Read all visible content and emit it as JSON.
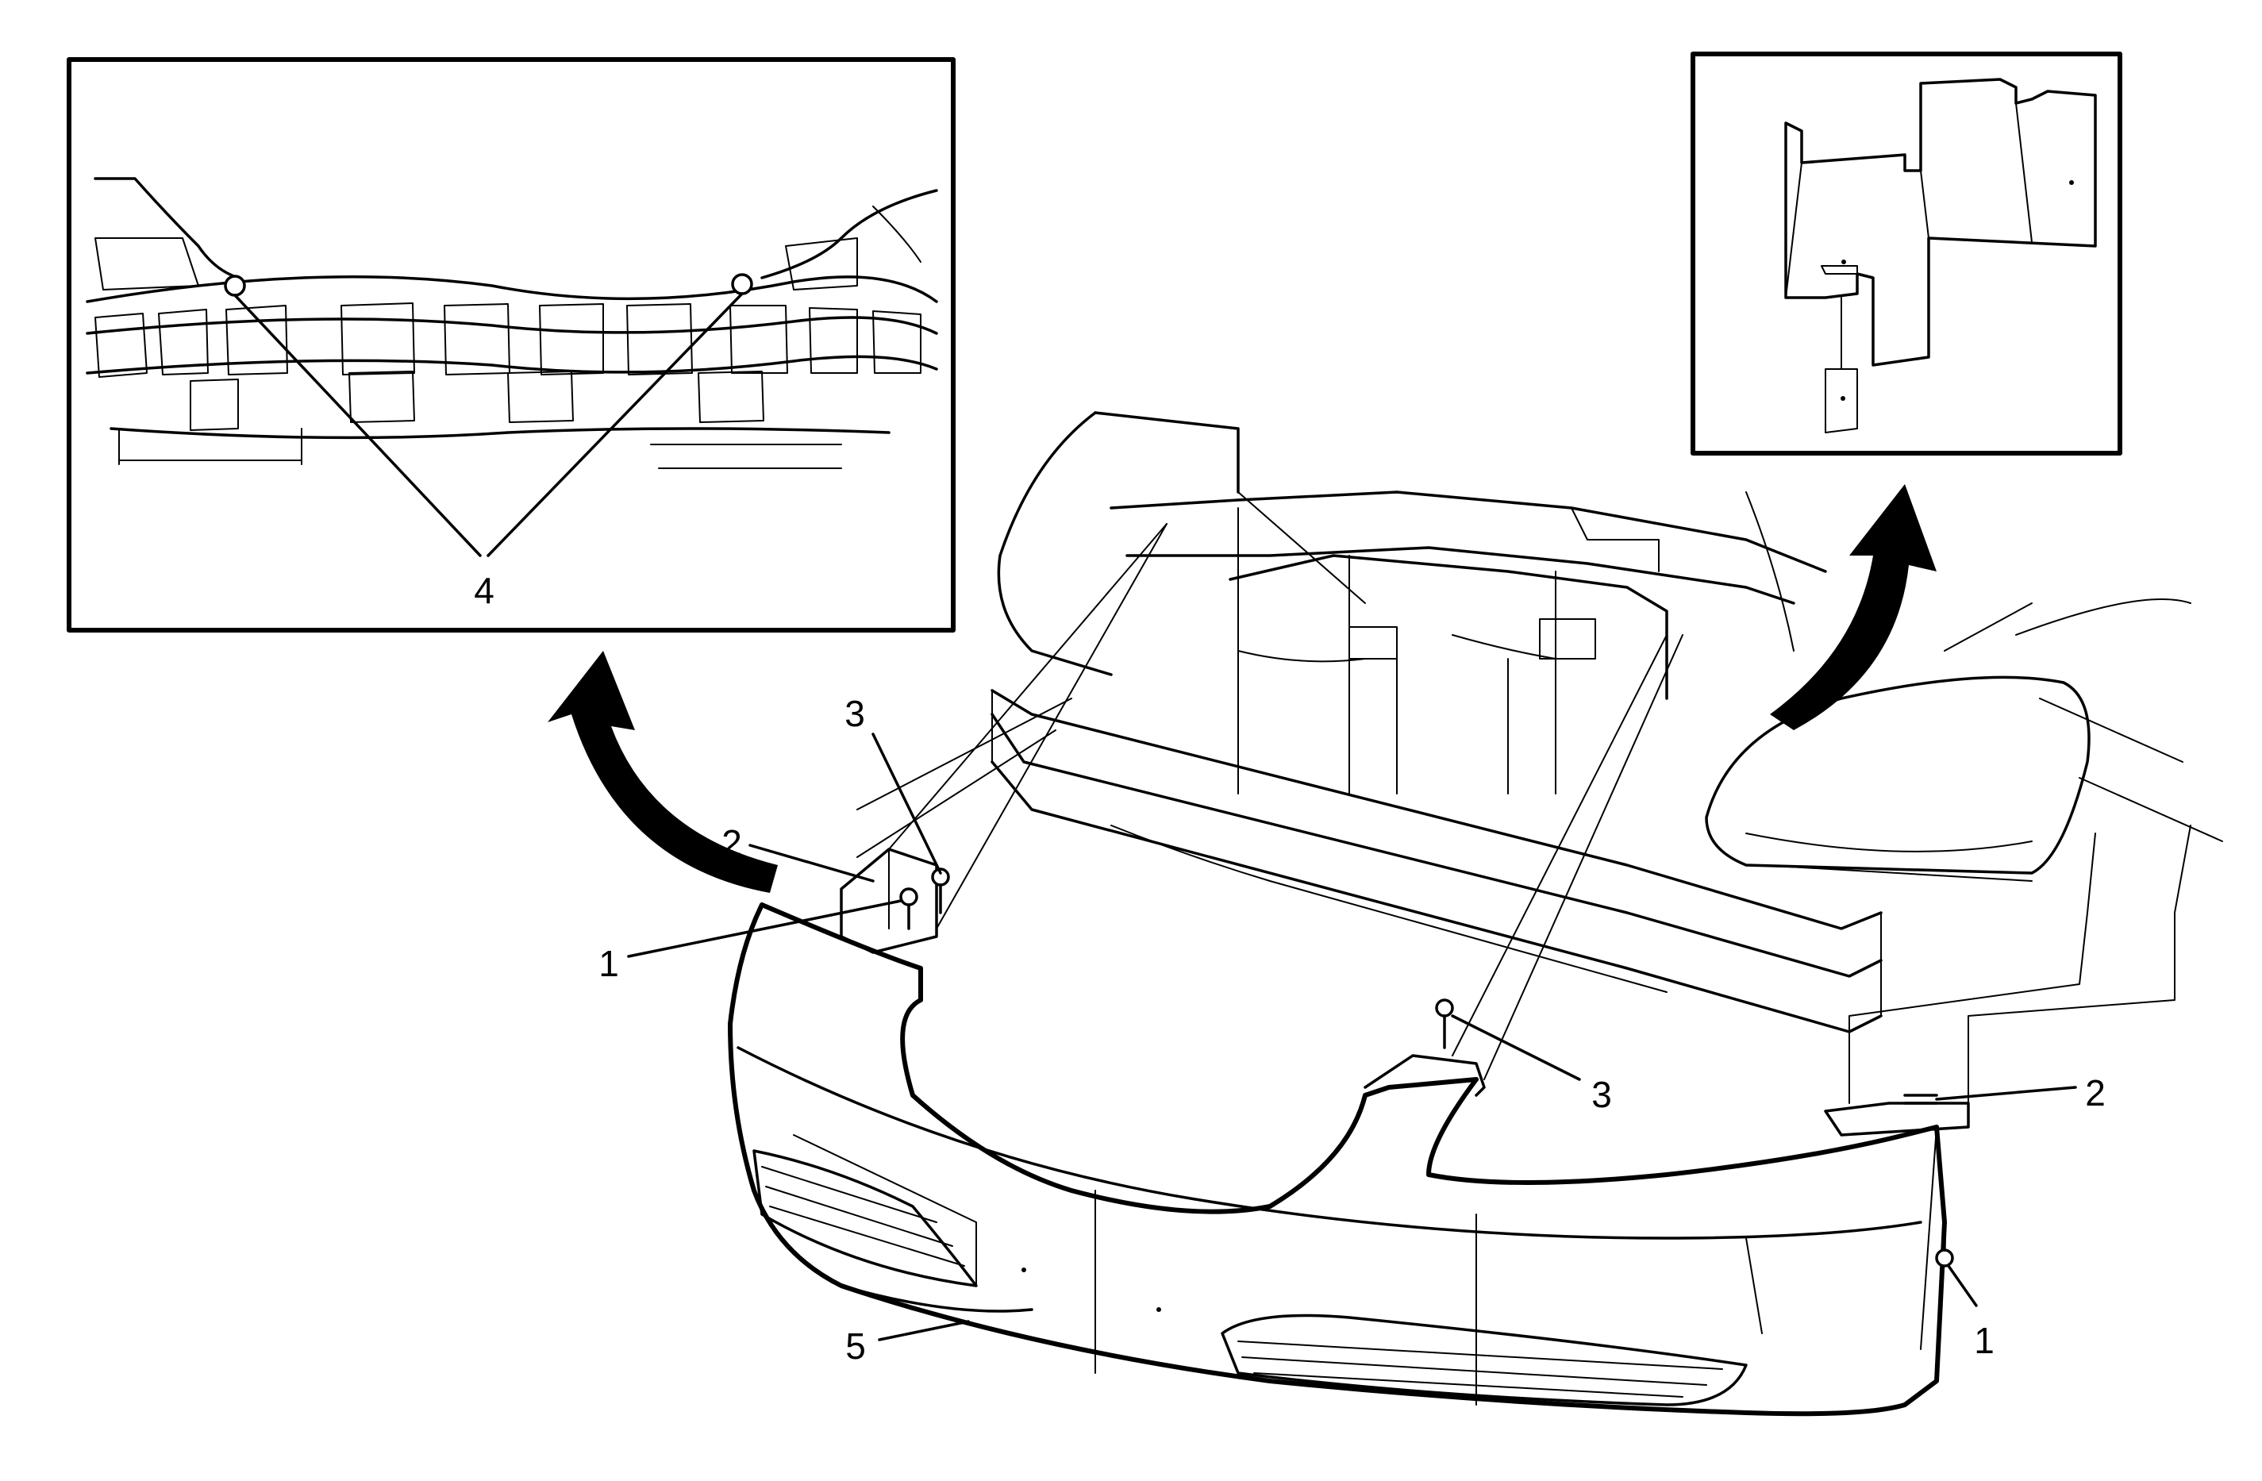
{
  "diagram": {
    "callouts": [
      {
        "id": "left-inset-4",
        "label": "4"
      },
      {
        "id": "main-3-left",
        "label": "3"
      },
      {
        "id": "main-2-left",
        "label": "2"
      },
      {
        "id": "main-1-left",
        "label": "1"
      },
      {
        "id": "main-3-right",
        "label": "3"
      },
      {
        "id": "main-2-right",
        "label": "2"
      },
      {
        "id": "main-1-right",
        "label": "1"
      },
      {
        "id": "main-5",
        "label": "5"
      }
    ],
    "arrow_color": "#000000",
    "line_color": "#000000",
    "background_color": "#ffffff"
  }
}
